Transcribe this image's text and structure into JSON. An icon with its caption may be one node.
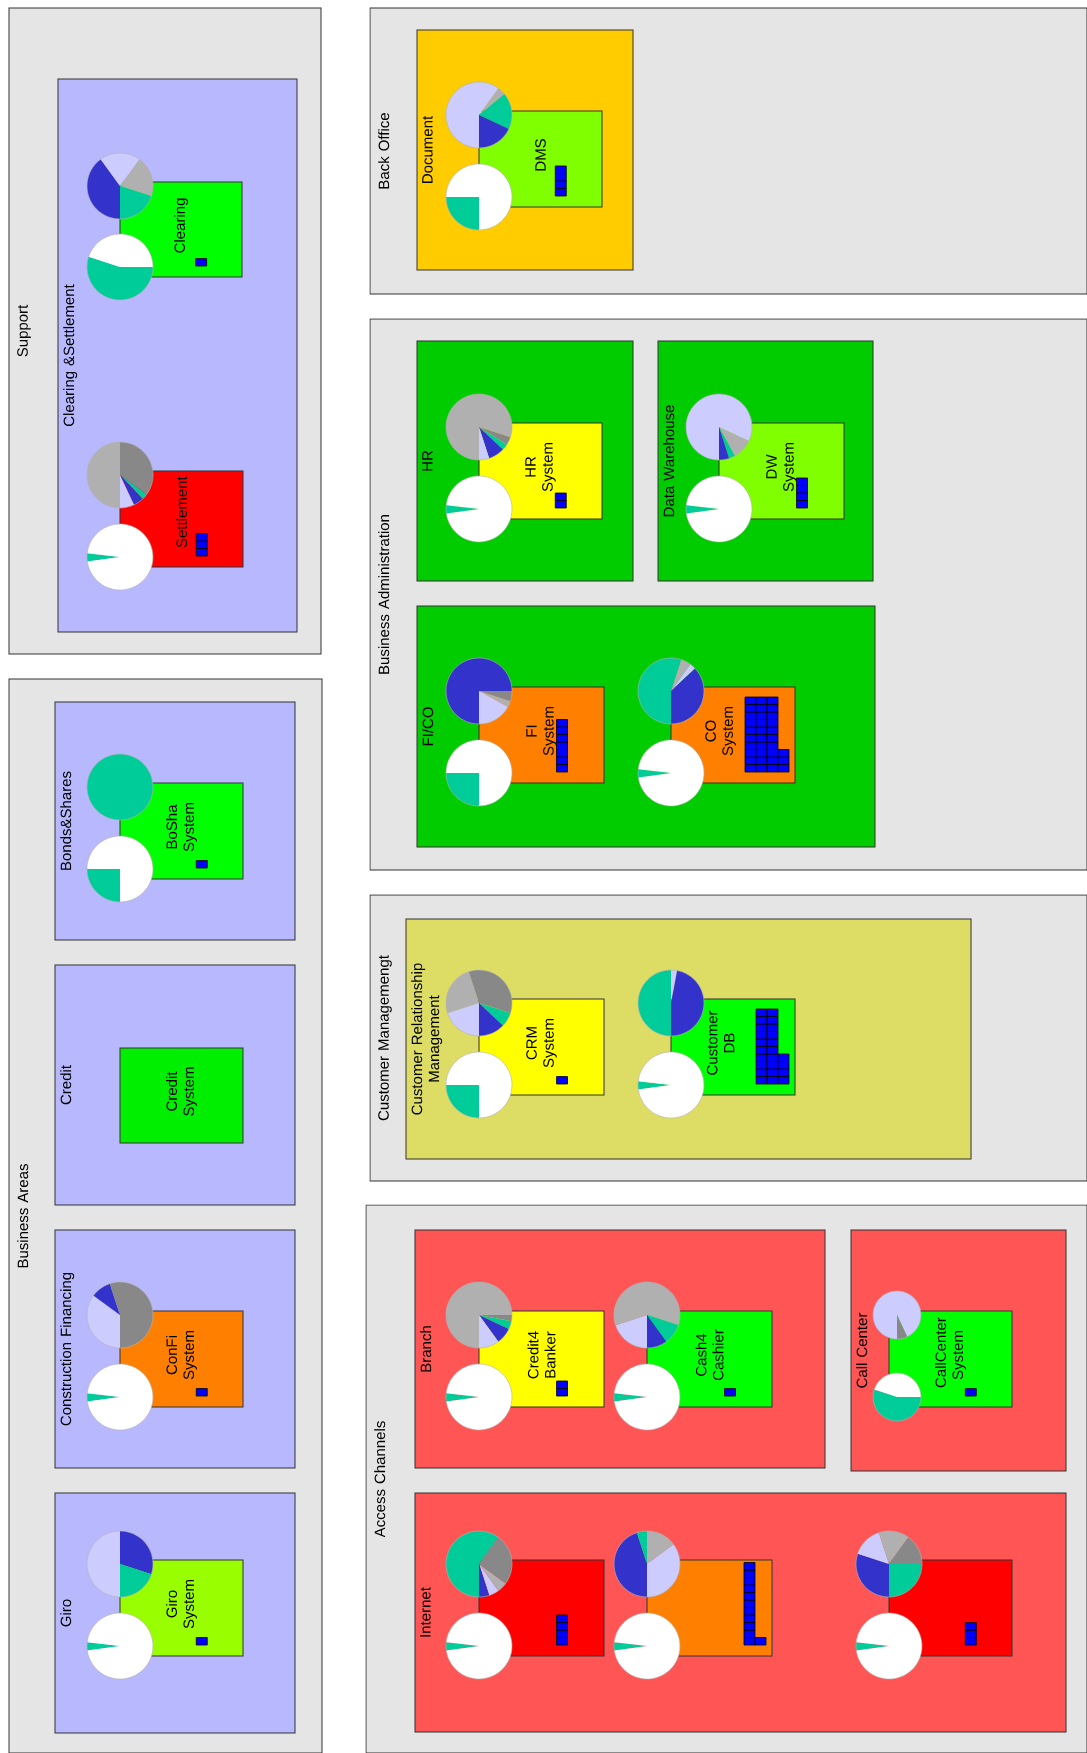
{
  "diagram": {
    "nodes": [
      {
        "text": [
          "Business Areas"
        ]
      },
      {
        "text": [
          "Giro"
        ],
        "in": 0
      },
      {
        "text": [
          "Giro System"
        ],
        "in": 1
      },
      {
        "text": [
          "Construction Financing"
        ],
        "in": 0
      },
      {
        "text": [
          "ConFi System"
        ],
        "in": 3
      },
      {
        "text": [
          "Credit"
        ],
        "in": 0
      },
      {
        "text": [
          "Credit System"
        ],
        "in": 5
      },
      {
        "text": [
          "Bonds&Shares"
        ],
        "in": 0
      },
      {
        "text": [
          "BoSha System"
        ],
        "in": 7
      },
      {
        "text": [
          "Support"
        ]
      },
      {
        "text": [
          "Clearing &Settlement"
        ],
        "in": 9
      },
      {
        "text": [
          "Settlement"
        ],
        "in": 10
      },
      {
        "text": [
          "Clearing"
        ],
        "in": 10
      },
      {
        "text": [
          "Access Channels"
        ]
      },
      {
        "text": [
          "Internet"
        ],
        "in": 13
      },
      {
        "text": [],
        "shape": "box",
        "in": 14
      },
      {
        "text": [],
        "shape": "box",
        "in": 14
      },
      {
        "text": [],
        "shape": "box",
        "in": 14
      },
      {
        "text": [
          "Branch"
        ],
        "in": 13
      },
      {
        "text": [
          "Credit4 Banker"
        ],
        "in": 18
      },
      {
        "text": [
          "Cash4 Cashier"
        ],
        "in": 18
      },
      {
        "text": [
          "Call Center"
        ],
        "in": 13
      },
      {
        "text": [
          "CallCenter System"
        ],
        "in": 21
      },
      {
        "text": [
          "Customer Managemengt"
        ]
      },
      {
        "text": [
          "Customer Relationship Management"
        ],
        "in": 23
      },
      {
        "text": [
          "CRM System"
        ],
        "in": 24
      },
      {
        "text": [
          "Customer DB"
        ],
        "in": 24
      },
      {
        "text": [
          "Business Administration"
        ]
      },
      {
        "text": [
          "FI/CO"
        ],
        "in": 27
      },
      {
        "text": [
          "FI System"
        ],
        "in": 28
      },
      {
        "text": [
          "CO System"
        ],
        "in": 28
      },
      {
        "text": [
          "HR"
        ],
        "in": 27
      },
      {
        "text": [
          "HR System"
        ],
        "in": 31
      },
      {
        "text": [
          "Data Warehouse"
        ],
        "in": 27
      },
      {
        "text": [
          "DW System"
        ],
        "in": 33
      },
      {
        "text": [
          "Back Office"
        ]
      },
      {
        "text": [
          "Document"
        ],
        "in": 35
      },
      {
        "text": [
          "DMS"
        ],
        "in": 36
      }
    ]
  }
}
